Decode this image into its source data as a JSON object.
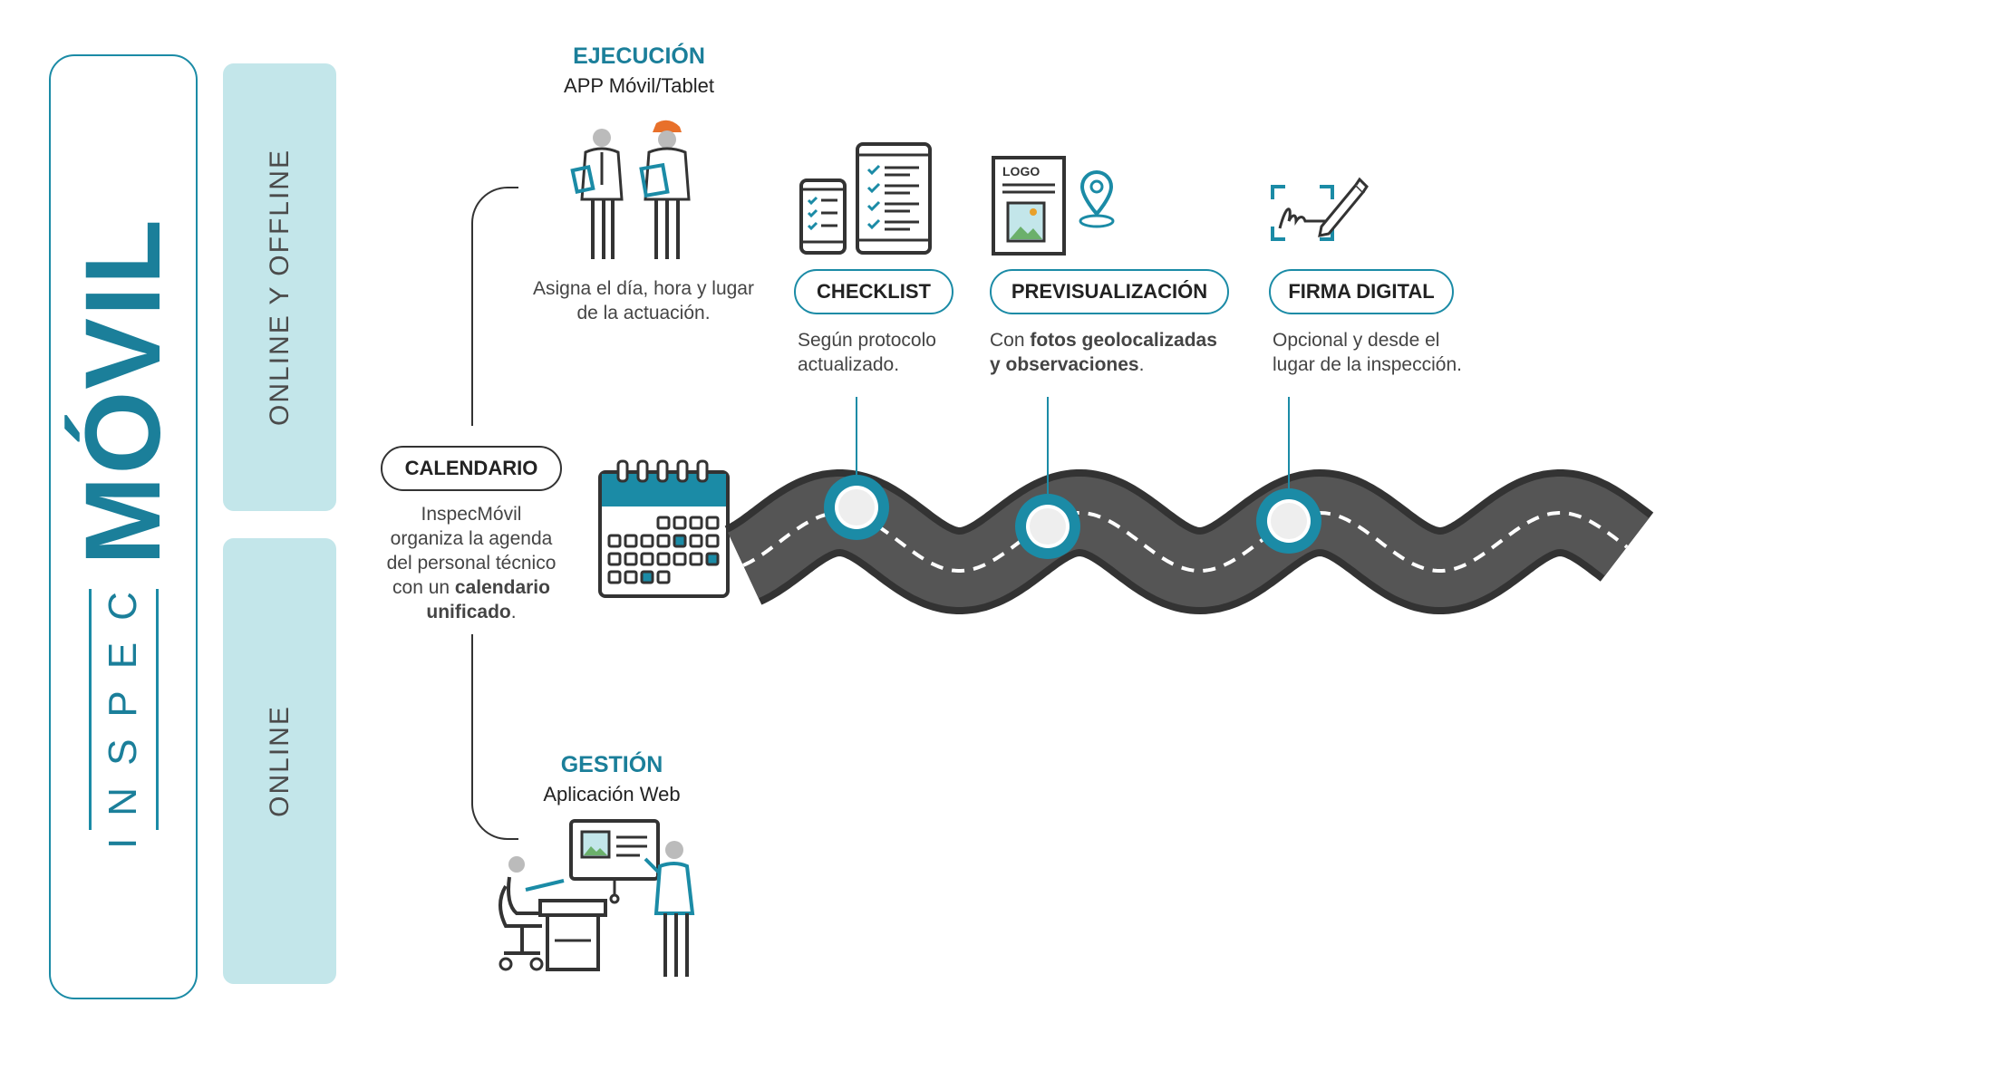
{
  "brand": {
    "prefix": "INSPEC",
    "name": "MÓVIL"
  },
  "bands": [
    {
      "label": "ONLINE Y OFFLINE"
    },
    {
      "label": "ONLINE"
    }
  ],
  "ejecucion": {
    "title": "EJECUCIÓN",
    "subtitle": "APP Móvil/Tablet",
    "desc_line1": "Asigna el día, hora y lugar",
    "desc_line2": "de la actuación."
  },
  "gestion": {
    "title": "GESTIÓN",
    "subtitle": "Aplicación Web"
  },
  "calendario": {
    "label": "CALENDARIO",
    "line1": "InspecMóvil",
    "line2": "organiza la agenda",
    "line3": "del personal técnico",
    "line4_pre": "con un ",
    "line4_bold": "calendario",
    "line5_bold": "unificado",
    "line5_post": "."
  },
  "checklist": {
    "label": "CHECKLIST",
    "line1": "Según protocolo",
    "line2": "actualizado."
  },
  "previsualizacion": {
    "label": "PREVISUALIZACIÓN",
    "line1_pre": "Con ",
    "line1_bold": "fotos geolocalizadas",
    "line2_bold": "y observaciones",
    "line2_post": ".",
    "logo_text": "LOGO"
  },
  "firma": {
    "label": "FIRMA DIGITAL",
    "line1": "Opcional y desde el",
    "line2": "lugar de la inspección."
  },
  "colors": {
    "accent": "#1b8ba6",
    "band": "#c3e6ea",
    "road": "#555555",
    "dark": "#333333",
    "hat": "#e8702a"
  }
}
